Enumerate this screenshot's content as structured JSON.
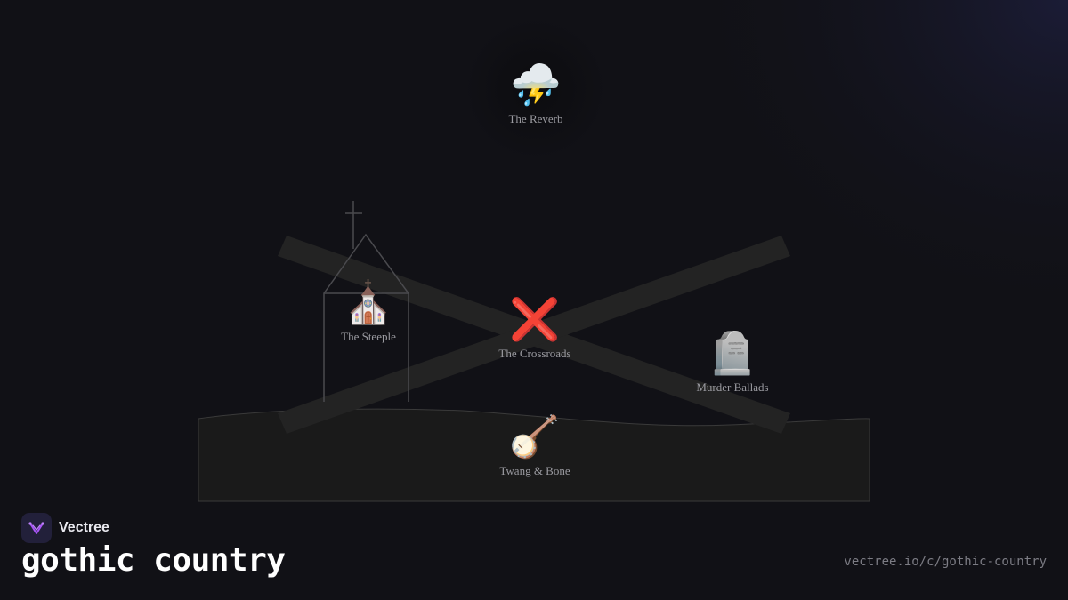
{
  "nodes": [
    {
      "emoji": "⛈️",
      "label": "The Reverb"
    },
    {
      "emoji": "⛪",
      "label": "The Steeple"
    },
    {
      "emoji": "❌",
      "label": "The Crossroads"
    },
    {
      "emoji": "🪦",
      "label": "Murder Ballads"
    },
    {
      "emoji": "🪕",
      "label": "Twang & Bone"
    }
  ],
  "brand": {
    "name": "Vectree"
  },
  "title": "gothic country",
  "url": "vectree.io/c/gothic-country",
  "colors": {
    "background": "#111116",
    "road": "#232323",
    "ground": "#1a1a1a",
    "church_outline": "#4a4a4e",
    "label": "#9a9aa0",
    "logo_accent": "#a855f7"
  },
  "icons": [
    "logo-icon"
  ]
}
